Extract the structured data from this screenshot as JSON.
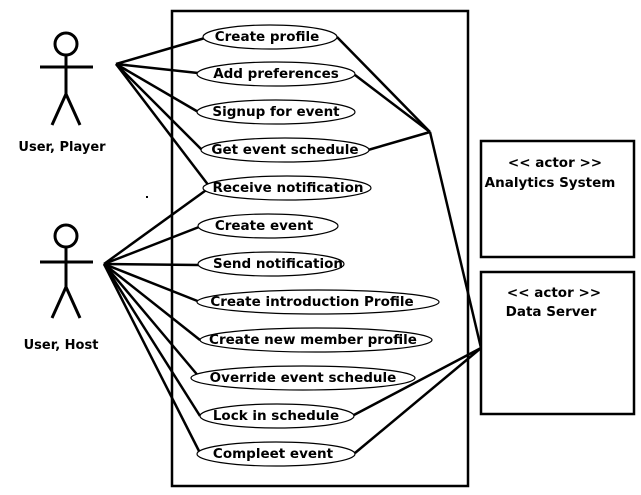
{
  "actors": [
    {
      "id": "player",
      "label": "User, Player"
    },
    {
      "id": "host",
      "label": "User, Host"
    }
  ],
  "use_cases": [
    {
      "id": "create-profile",
      "label": "Create profile"
    },
    {
      "id": "add-preferences",
      "label": "Add preferences"
    },
    {
      "id": "signup-event",
      "label": "Signup for event"
    },
    {
      "id": "get-schedule",
      "label": "Get event schedule"
    },
    {
      "id": "receive-notification",
      "label": "Receive notification"
    },
    {
      "id": "create-event",
      "label": "Create event"
    },
    {
      "id": "send-notification",
      "label": "Send notification"
    },
    {
      "id": "create-intro-profile",
      "label": "Create introduction Profile"
    },
    {
      "id": "create-member-profile",
      "label": "Create new member profile"
    },
    {
      "id": "override-schedule",
      "label": "Override event schedule"
    },
    {
      "id": "lock-schedule",
      "label": "Lock in schedule"
    },
    {
      "id": "complete-event",
      "label": "Compleet event"
    }
  ],
  "systems": [
    {
      "id": "analytics",
      "stereotype": "<< actor >>",
      "name": "Analytics System"
    },
    {
      "id": "data-server",
      "stereotype": "<< actor >>",
      "name": "Data Server"
    }
  ]
}
